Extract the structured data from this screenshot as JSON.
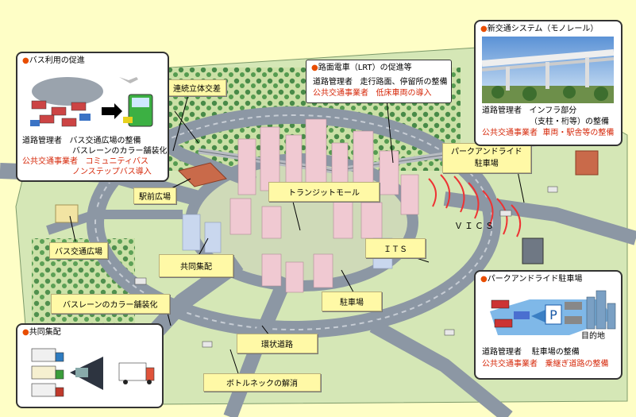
{
  "colors": {
    "background": "#fefec6",
    "callout": "#fff9a6",
    "road": "#8c97a4",
    "green": "#2f7a34",
    "red_text": "#d6280a",
    "orange_dot": "#e84d00"
  },
  "bus_panel": {
    "title": "バス利用の促進",
    "row1_a": "道路管理者",
    "row1_b": "バス交通広場の整備",
    "row2": "バスレーンのカラー舗装化",
    "row3_a": "公共交通事業者",
    "row3_b": "コミュニティバス",
    "row4": "ノンステップバス導入"
  },
  "lrt_panel": {
    "title": "路面電車（LRT）の促進等",
    "row1_a": "道路管理者",
    "row1_b": "走行路面、停留所の整備",
    "row2_a": "公共交通事業者",
    "row2_b": "低床車両の導入"
  },
  "monorail_panel": {
    "title": "新交通システム（モノレール）",
    "row1_a": "道路管理者",
    "row1_b": "インフラ部分",
    "row2": "（支柱・桁等）の整備",
    "row3_a": "公共交通事業者",
    "row3_b": "車両・駅舎等の整備"
  },
  "parkride_panel": {
    "title": "パークアンドライド駐車場",
    "p_sign": "P",
    "destination": "目的地",
    "row1_a": "道路管理者",
    "row1_b": "駐車場の整備",
    "row2_a": "公共交通事業者",
    "row2_b": "乗継ぎ道路の整備"
  },
  "delivery_panel": {
    "title": "共同集配"
  },
  "callouts": {
    "interchange": "連続立体交差",
    "station_plaza": "駅前広場",
    "bus_plaza": "バス交通広場",
    "joint_delivery": "共同集配",
    "bus_lane": "バスレーンのカラー舗装化",
    "transit_mall": "トランジットモール",
    "park_ride": "パークアンドライド\n駐車場",
    "park_ride_l1": "パークアンドライド",
    "park_ride_l2": "駐車場",
    "its": "ＩＴＳ",
    "parking": "駐車場",
    "ring_road": "環状道路",
    "bottleneck": "ボトルネックの解消",
    "vics": "ＶＩＣＳ"
  }
}
